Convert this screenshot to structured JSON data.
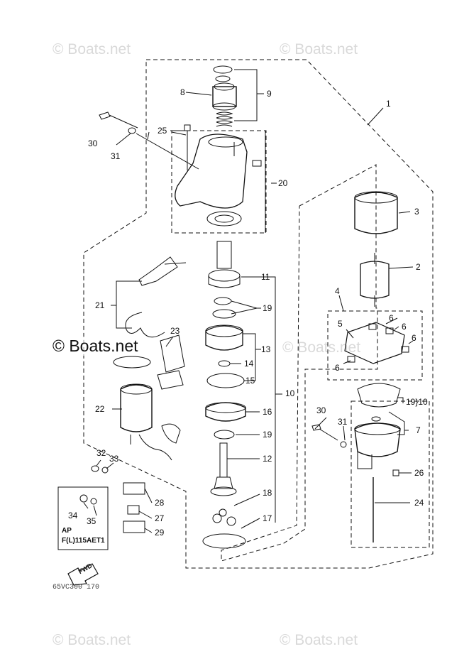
{
  "watermark": "© Boats.net",
  "center_watermark": "© Boats.net",
  "drawing_code": "65VC300 170",
  "inset": {
    "line1": "AP",
    "line2": "F(L)115AET1"
  },
  "fwd_label": "FWD",
  "callouts": [
    {
      "id": "c1",
      "text": "1"
    },
    {
      "id": "c2",
      "text": "2"
    },
    {
      "id": "c3",
      "text": "3"
    },
    {
      "id": "c4",
      "text": "4"
    },
    {
      "id": "c5",
      "text": "5"
    },
    {
      "id": "c6a",
      "text": "6"
    },
    {
      "id": "c6b",
      "text": "6"
    },
    {
      "id": "c6c",
      "text": "6"
    },
    {
      "id": "c6d",
      "text": "6"
    },
    {
      "id": "c7",
      "text": "7"
    },
    {
      "id": "c8",
      "text": "8"
    },
    {
      "id": "c9",
      "text": "9"
    },
    {
      "id": "c10",
      "text": "10"
    },
    {
      "id": "c11",
      "text": "11"
    },
    {
      "id": "c12",
      "text": "12"
    },
    {
      "id": "c13",
      "text": "13"
    },
    {
      "id": "c14",
      "text": "14"
    },
    {
      "id": "c15",
      "text": "15"
    },
    {
      "id": "c16",
      "text": "16"
    },
    {
      "id": "c17",
      "text": "17"
    },
    {
      "id": "c18",
      "text": "18"
    },
    {
      "id": "c19a",
      "text": "19"
    },
    {
      "id": "c19b",
      "text": "19"
    },
    {
      "id": "c1910",
      "text": "19}10"
    },
    {
      "id": "c20",
      "text": "20"
    },
    {
      "id": "c21",
      "text": "21"
    },
    {
      "id": "c22",
      "text": "22"
    },
    {
      "id": "c23",
      "text": "23"
    },
    {
      "id": "c24",
      "text": "24"
    },
    {
      "id": "c25",
      "text": "25"
    },
    {
      "id": "c26",
      "text": "26"
    },
    {
      "id": "c27",
      "text": "27"
    },
    {
      "id": "c28",
      "text": "28"
    },
    {
      "id": "c29",
      "text": "29"
    },
    {
      "id": "c30a",
      "text": "30"
    },
    {
      "id": "c30b",
      "text": "30"
    },
    {
      "id": "c31a",
      "text": "31"
    },
    {
      "id": "c31b",
      "text": "31"
    },
    {
      "id": "c32",
      "text": "32"
    },
    {
      "id": "c33",
      "text": "33"
    },
    {
      "id": "c34",
      "text": "34"
    },
    {
      "id": "c35",
      "text": "35"
    }
  ]
}
